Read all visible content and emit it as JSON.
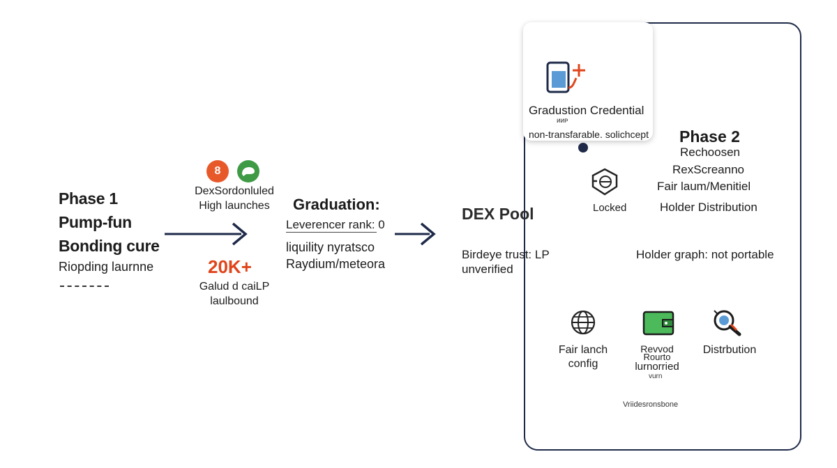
{
  "phase1": {
    "title_line1": "Phase 1",
    "title_line2": "Pump-fun",
    "title_line3": "Bonding cure",
    "subtitle": "Riopding laurnne"
  },
  "launch_stats": {
    "icon_orange": "8",
    "label_line1": "DexSordonluled",
    "label_line2": "High launches",
    "count": "20K+",
    "count_line1": "Galud d caiLP",
    "count_line2": "laulbound"
  },
  "graduation": {
    "title": "Graduation:",
    "rank": "Leverencer rank: 0",
    "line1": "liquility nyratsco",
    "line2": "Raydium/meteora"
  },
  "dex": {
    "title": "DEX Pool",
    "line1": "Birdeye trust: LP",
    "line2": "unverified",
    "holder_graph": "Holder graph: not portable"
  },
  "credential": {
    "title": "Gradustion Credential",
    "tiny": "ᴎᴎᴩ",
    "sub": "non-transfarable. solichcept"
  },
  "phase2": {
    "title": "Phase 2",
    "line1": "Rechoosen",
    "line2": "RexScreanno",
    "line3": "Fair laum/Menitiel",
    "line4": "Holder Distribution",
    "locked": "Locked"
  },
  "bottom_items": [
    {
      "icon": "globe-icon",
      "line1": "Fair lanch",
      "line2": "config",
      "line3": ""
    },
    {
      "icon": "wallet-icon",
      "line1": "Revvod",
      "line2": "Rourto",
      "line3": "lurnorried"
    },
    {
      "icon": "magnifier-icon",
      "line1": "Distrbution",
      "line2": "",
      "line3": ""
    }
  ],
  "bottom_item2_tiny": "vurn",
  "panel_footer": "Vriidesronsbone",
  "colors": {
    "navy": "#1e2a48",
    "orange": "#e0441a",
    "green": "#3e9a44",
    "blue": "#3a6fb0"
  }
}
